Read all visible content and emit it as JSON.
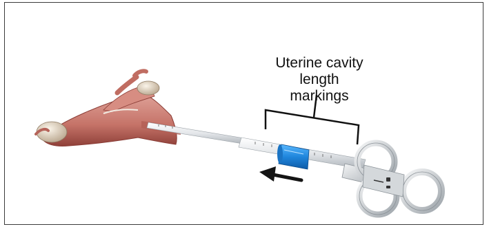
{
  "figure": {
    "callout_line1": "Uterine cavity length",
    "callout_line2": "markings"
  },
  "colors": {
    "frame": "#3a3a3a",
    "tissue": "#c97a6f",
    "tissue_dark": "#9b4a43",
    "ovary": "#e8dccb",
    "shaft": "#e6e9ec",
    "stopper": "#2a8fe0",
    "handle": "#cfd3d7",
    "arrow": "#141414"
  },
  "icons": [
    "uterus-illustration",
    "sounding-device",
    "cavity-marker-stopper",
    "ring-handle",
    "direction-arrow-icon",
    "lock-icon"
  ]
}
